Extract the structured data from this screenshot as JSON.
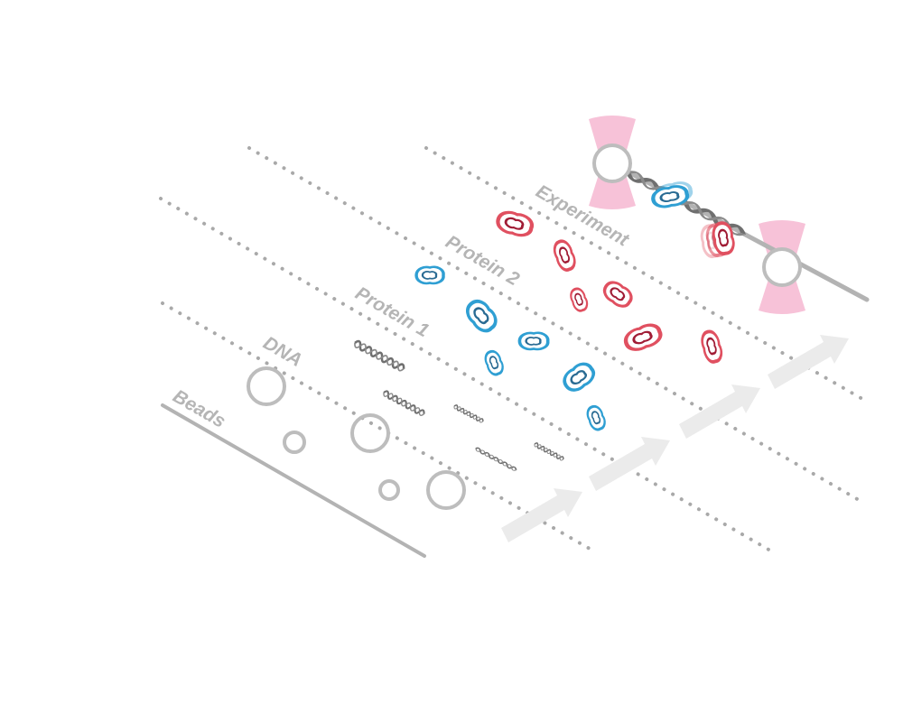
{
  "figure": {
    "description_labels": {
      "beads": "Beads",
      "dna": "DNA",
      "protein1": "Protein 1",
      "protein2": "Protein 2",
      "experiment": "Experiment"
    }
  },
  "colors": {
    "lane_dots": "#a9a9a9",
    "solid_line": "#b3b3b3",
    "bead_stroke": "#bdbdbd",
    "dna_strand": "#6f6f6f",
    "protein_blue_outer": "#2f9fd3",
    "protein_blue_inner": "#2a6b93",
    "protein_red_outer": "#e05060",
    "protein_red_inner": "#a01c35",
    "trap_pink": "#f7c2d8",
    "flow_arrow": "#ebebeb",
    "label": "#b5b5b5"
  },
  "icons": {
    "bead": "bead-circle-icon",
    "dna": "dna-helix-icon",
    "protein": "protein-blob-icon",
    "trap": "optical-trap-icon",
    "arrow": "flow-arrow-icon"
  }
}
